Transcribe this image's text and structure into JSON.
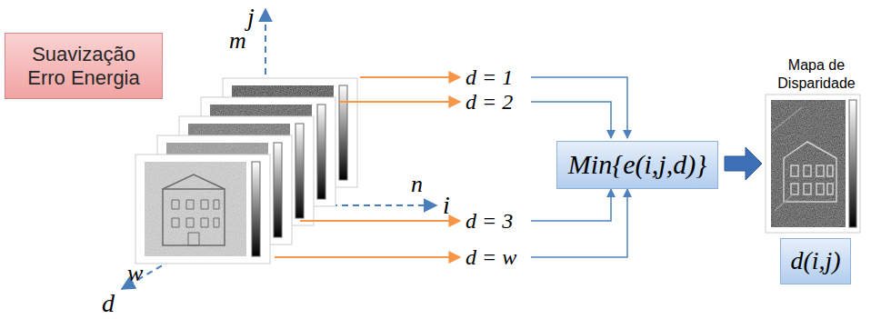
{
  "diagram": {
    "nodes": [
      {
        "text": [
          "Suavização Erro Energia"
        ]
      },
      {
        "text": [
          "Min{e(i,j,d)}"
        ]
      },
      {
        "text": [
          "d(i,j)"
        ]
      }
    ],
    "labels": [
      "j",
      "m",
      "n",
      "i",
      "w",
      "d",
      "d = 1",
      "d = 2",
      "d = 3",
      "d = w",
      "Mapa de Disparidade"
    ]
  }
}
